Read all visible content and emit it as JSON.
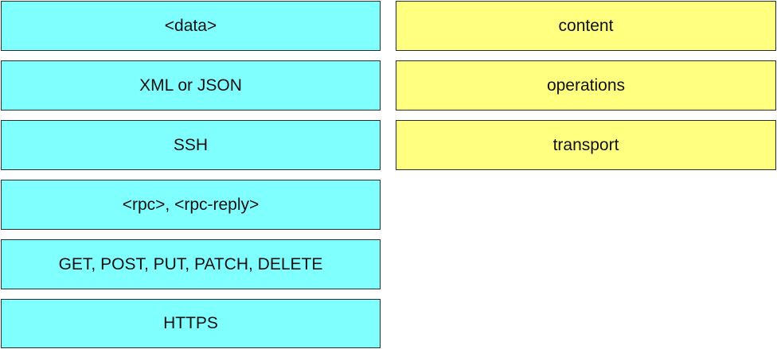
{
  "source_items": [
    "<data>",
    "XML or JSON",
    "SSH",
    "<rpc>, <rpc-reply>",
    "GET, POST, PUT, PATCH, DELETE",
    "HTTPS"
  ],
  "target_items": [
    "content",
    "operations",
    "transport"
  ],
  "colors": {
    "source_fill": "#80ffff",
    "target_fill": "#ffff80",
    "border": "#2b2b2b"
  }
}
